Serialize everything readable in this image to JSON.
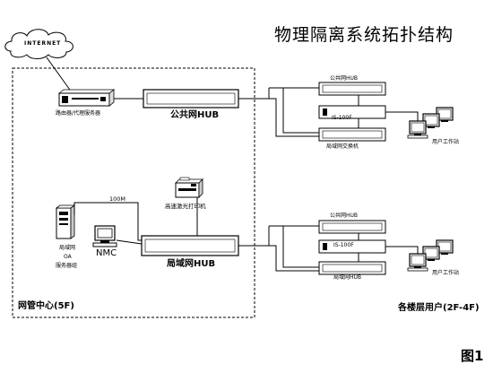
{
  "title": "物理隔离系统拓扑结构",
  "figure_label": "图1",
  "cloud": {
    "label": "INTERNET"
  },
  "data_center": {
    "label": "网管中心(5F)",
    "router_label": "路由器/代理服务器",
    "public_hub_label": "公共网HUB",
    "lan_hub_label": "局域网HUB",
    "printer_label": "高速激光打印机",
    "link_speed": "100M",
    "server_label_1": "局域网",
    "server_label_2": "OA",
    "server_label_3": "服务器组",
    "nmc_label": "NMC"
  },
  "floor_users": {
    "label": "各楼层用户(2F-4F)",
    "upper": {
      "hub_label": "公共网HUB",
      "switch_label": "IS-100F",
      "lan_switch_label": "局域网交换机",
      "workstation_label": "用户工作站"
    },
    "lower": {
      "hub_label": "公共网HUB",
      "switch_label": "IS-100F",
      "lan_hub_label": "局域网HUB",
      "workstation_label": "用户工作站"
    }
  },
  "colors": {
    "line": "#000000",
    "device_fill": "#ffffff",
    "screen_fill": "#ffffff"
  }
}
